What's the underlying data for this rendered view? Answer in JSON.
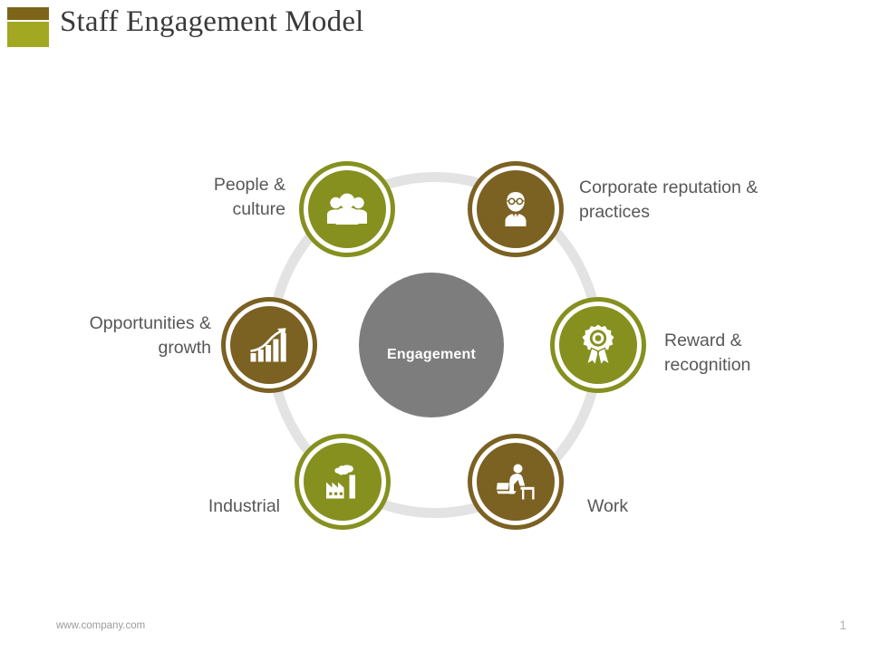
{
  "slide": {
    "title": "Staff Engagement Model",
    "logo": {
      "top_bar_color": "#7d6418",
      "bottom_bar_color": "#a3a822"
    }
  },
  "diagram": {
    "type": "circular-hub-and-spoke",
    "hub": {
      "label": "Engagement",
      "color": "#7d7d7d",
      "text_color": "#ffffff"
    },
    "ring_color": "#e3e3e3",
    "palette": {
      "olive": "#86901f",
      "brown": "#7b6122",
      "label_text": "#575757"
    },
    "nodes": [
      {
        "id": "people",
        "label": "People &\nculture",
        "label_line1": "People &",
        "label_line2": "culture",
        "icon": "people-group-icon",
        "color_name": "olive",
        "color": "#86901f",
        "position": "top-left",
        "label_side": "left"
      },
      {
        "id": "corporate",
        "label": "Corporate reputation & practices",
        "label_line1": "Corporate reputation &",
        "label_line2": "practices",
        "icon": "businessman-icon",
        "color_name": "brown",
        "color": "#7b6122",
        "position": "top-right",
        "label_side": "right"
      },
      {
        "id": "reward",
        "label": "Reward & recognition",
        "label_line1": "Reward &",
        "label_line2": "recognition",
        "icon": "award-ribbon-icon",
        "color_name": "olive",
        "color": "#86901f",
        "position": "right",
        "label_side": "right"
      },
      {
        "id": "work",
        "label": "Work",
        "label_line1": "Work",
        "label_line2": "",
        "icon": "person-at-laptop-icon",
        "color_name": "brown",
        "color": "#7b6122",
        "position": "bottom-right",
        "label_side": "right"
      },
      {
        "id": "industrial",
        "label": "Industrial",
        "label_line1": "Industrial",
        "label_line2": "",
        "icon": "factory-icon",
        "color_name": "olive",
        "color": "#86901f",
        "position": "bottom-left",
        "label_side": "left"
      },
      {
        "id": "opportunity",
        "label": "Opportunities & growth",
        "label_line1": "Opportunities &",
        "label_line2": "growth",
        "icon": "growth-bar-chart-icon",
        "color_name": "brown",
        "color": "#7b6122",
        "position": "left",
        "label_side": "left"
      }
    ]
  },
  "footer": {
    "url": "www.company.com",
    "page_number": "1"
  }
}
